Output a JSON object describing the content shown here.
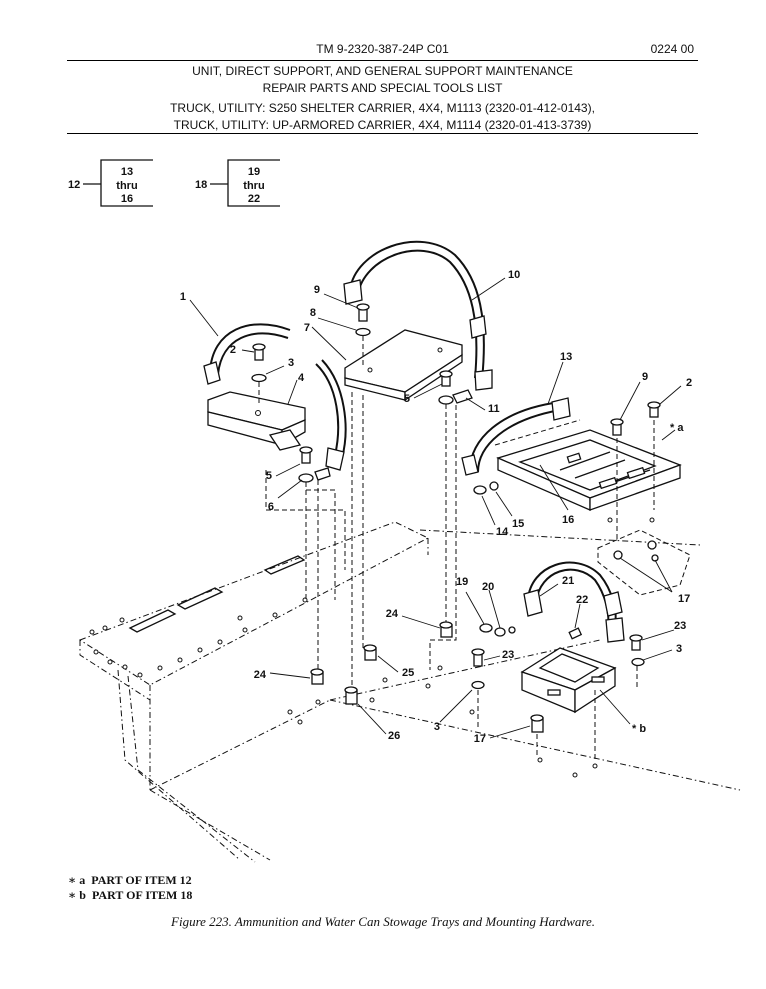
{
  "header": {
    "tm_number": "TM 9-2320-387-24P  C01",
    "work_package": "0224 00",
    "title_line1": "UNIT, DIRECT SUPPORT, AND GENERAL SUPPORT MAINTENANCE",
    "title_line2": "REPAIR PARTS AND SPECIAL TOOLS LIST",
    "vehicle_line1": "TRUCK, UTILITY: S250 SHELTER CARRIER, 4X4, M1113 (2320-01-412-0143),",
    "vehicle_line2": "TRUCK, UTILITY: UP-ARMORED CARRIER, 4X4, M1114 (2320-01-413-3739)"
  },
  "key_boxes": [
    {
      "item": "12",
      "line1": "13",
      "line2": "thru",
      "line3": "16"
    },
    {
      "item": "18",
      "line1": "19",
      "line2": "thru",
      "line3": "22"
    }
  ],
  "callouts": {
    "c1": "1",
    "c2a": "2",
    "c3a": "3",
    "c4": "4",
    "c5a": "5",
    "c6": "6",
    "c7": "7",
    "c8": "8",
    "c9a": "9",
    "c10": "10",
    "c5b": "5",
    "c11": "11",
    "c13": "13",
    "c9b": "9",
    "c2b": "2",
    "ca": "* a",
    "c14": "14",
    "c15": "15",
    "c16": "16",
    "c17a": "17",
    "c19": "19",
    "c20": "20",
    "c21": "21",
    "c22": "22",
    "c24a": "24",
    "c23a": "23",
    "c3b": "3",
    "c23b": "23",
    "c25": "25",
    "c24b": "24",
    "c26": "26",
    "c3c": "3",
    "c17b": "17",
    "cb": "* b"
  },
  "legend": [
    {
      "mark": "∗ a",
      "text": "PART OF ITEM 12"
    },
    {
      "mark": "∗ b",
      "text": "PART OF ITEM 18"
    }
  ],
  "figure_caption": "Figure 223.  Ammunition and Water Can Stowage Trays and Mounting Hardware."
}
